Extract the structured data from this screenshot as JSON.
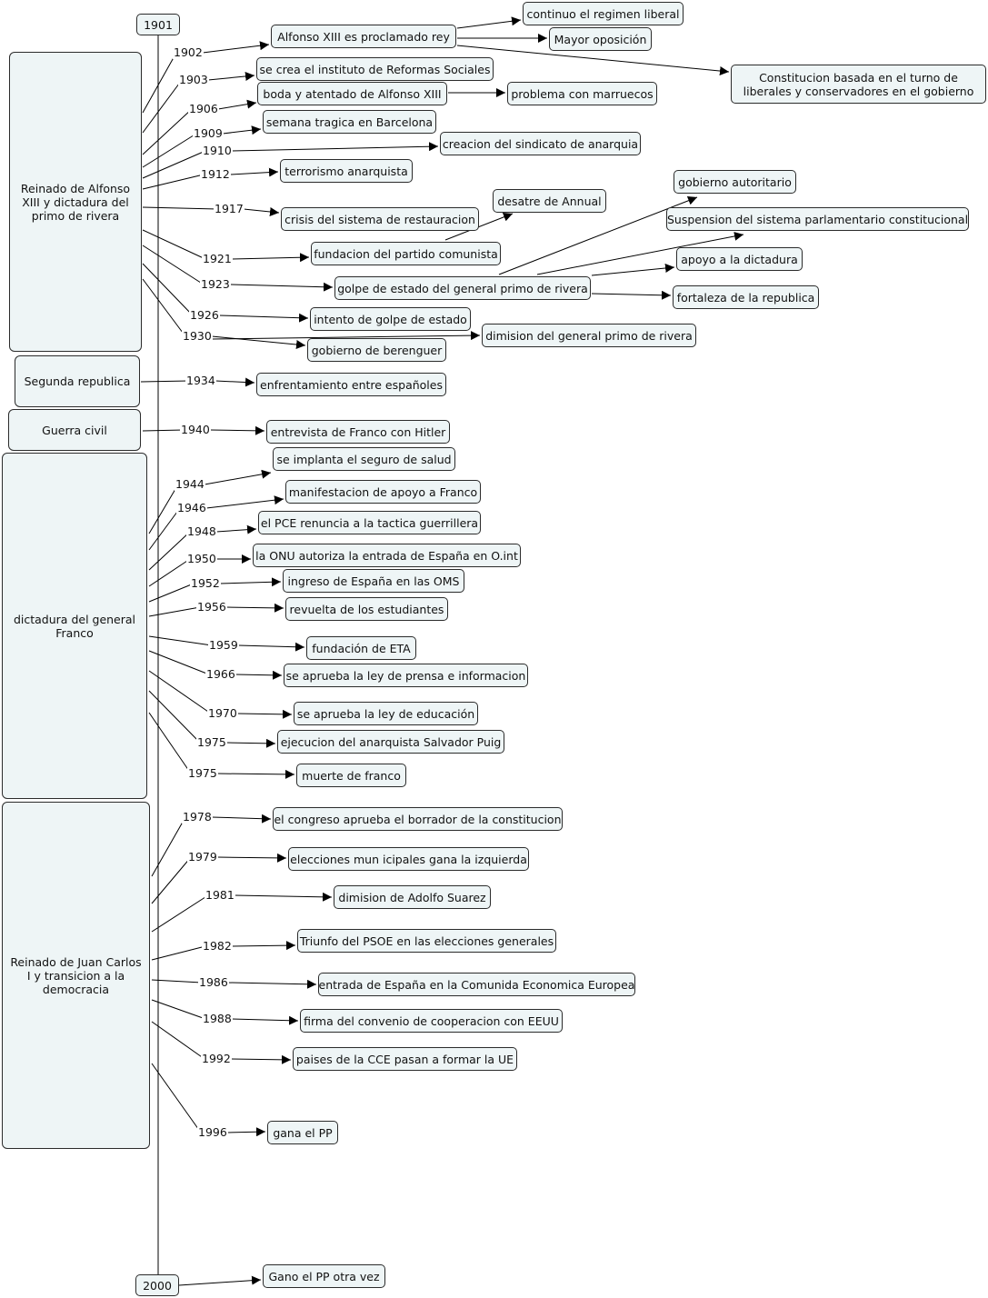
{
  "timeline": {
    "start_label": "1901",
    "end_label": "2000"
  },
  "periods": [
    {
      "label": "Reinado de Alfonso XIII y dictadura del primo de rivera"
    },
    {
      "label": "Segunda republica"
    },
    {
      "label": "Guerra civil"
    },
    {
      "label": "dictadura del general Franco"
    },
    {
      "label": "Reinado de Juan Carlos I y transicion a la democracia"
    }
  ],
  "years": [
    "1902",
    "1903",
    "1906",
    "1909",
    "1910",
    "1912",
    "1917",
    "1921",
    "1923",
    "1926",
    "1930",
    "1934",
    "1940",
    "1944",
    "1946",
    "1948",
    "1950",
    "1952",
    "1956",
    "1959",
    "1966",
    "1970",
    "1975",
    "1975",
    "1978",
    "1979",
    "1981",
    "1982",
    "1986",
    "1988",
    "1992",
    "1996"
  ],
  "events": [
    "Alfonso XIII es proclamado rey",
    "continuo el regimen liberal",
    "Mayor oposición",
    "Constitucion basada en el turno de liberales y conservadores en el gobierno",
    "se crea el instituto de Reformas Sociales",
    "boda y atentado de Alfonso XIII",
    "problema con marruecos",
    "semana tragica en Barcelona",
    "creacion del sindicato de anarquia",
    "terrorismo anarquista",
    "desatre de Annual",
    "gobierno autoritario",
    "Suspension del sistema parlamentario constitucional",
    "crisis del sistema de restauracion",
    "fundacion del partido comunista",
    "apoyo a la dictadura",
    "golpe de estado del general primo de rivera",
    "fortaleza de la republica",
    "intento de golpe de estado",
    "dimision del general primo de rivera",
    "gobierno de berenguer",
    "enfrentamiento entre españoles",
    "entrevista de Franco con Hitler",
    "se implanta el seguro de salud",
    "manifestacion de apoyo a Franco",
    "el PCE renuncia a la tactica guerrillera",
    "la ONU autoriza la entrada de España en O.int",
    "ingreso de España en las OMS",
    "revuelta de los estudiantes",
    "fundación de ETA",
    "se aprueba la ley de prensa e informacion",
    "se aprueba la ley de educación",
    "ejecucion del anarquista Salvador Puig",
    "muerte de franco",
    "el congreso aprueba el borrador de la constitucion",
    "elecciones mun icipales gana la izquierda",
    "dimision de Adolfo Suarez",
    "Triunfo del PSOE en las elecciones generales",
    "entrada de España en la Comunida Economica Europea",
    "firma del convenio  de cooperacion con EEUU",
    "paises de la CCE pasan a formar la UE",
    "gana el PP",
    "Gano el PP otra vez"
  ]
}
